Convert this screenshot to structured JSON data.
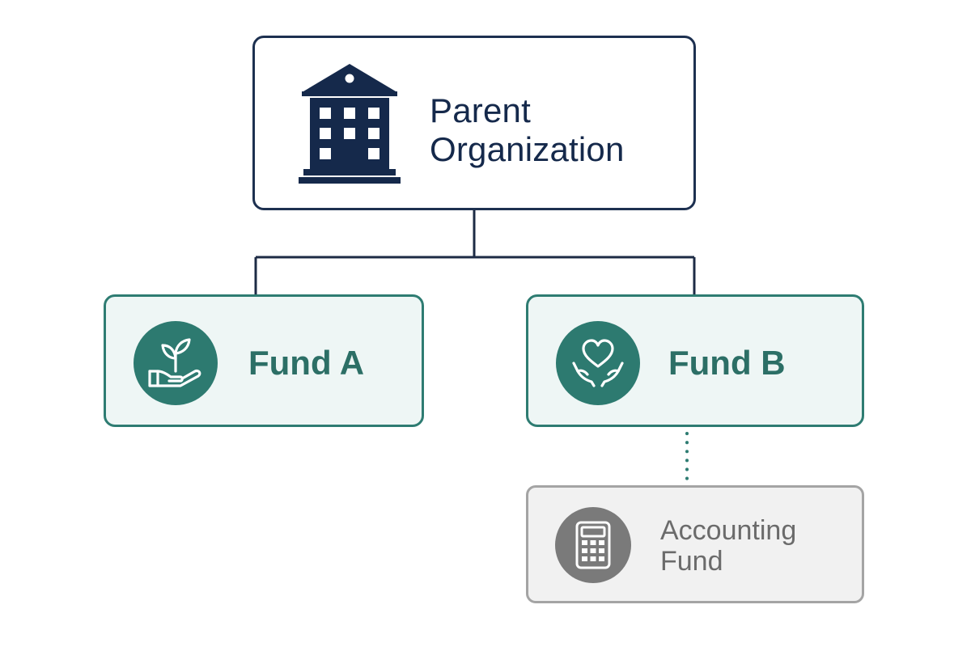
{
  "diagram": {
    "parent": {
      "label": "Parent Organization",
      "icon": "building-icon",
      "color": "#1d3050"
    },
    "children": [
      {
        "id": "fund-a",
        "label": "Fund A",
        "icon": "plant-in-hand-icon",
        "color": "#2e7c72"
      },
      {
        "id": "fund-b",
        "label": "Fund B",
        "icon": "heart-in-hands-icon",
        "color": "#2e7c72"
      }
    ],
    "linked": {
      "label": "Accounting Fund",
      "icon": "calculator-icon",
      "linked_to": "Fund B",
      "link_style": "dotted",
      "color": "#a4a4a4"
    }
  }
}
